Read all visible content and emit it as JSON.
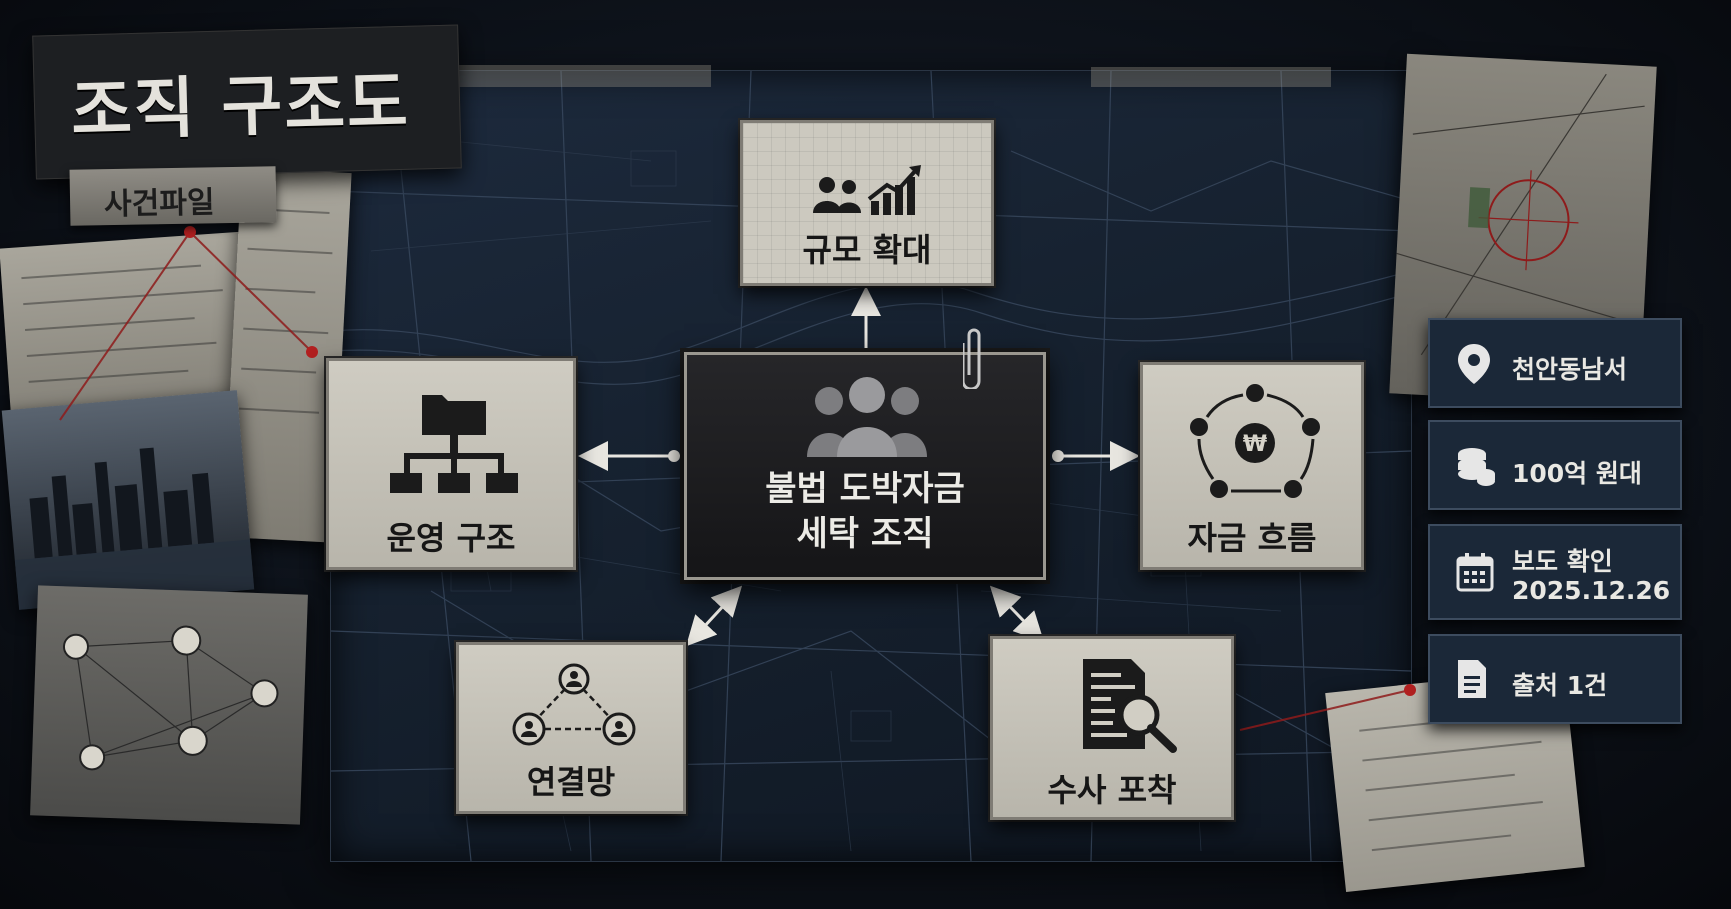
{
  "header": {
    "title": "조직 구조도",
    "tag": "사건파일"
  },
  "center": {
    "line1": "불법 도박자금",
    "line2": "세탁 조직"
  },
  "nodes": {
    "top": {
      "label": "규모 확대",
      "icon": "people-growth-icon"
    },
    "left": {
      "label": "운영 구조",
      "icon": "folder-hierarchy-icon"
    },
    "right": {
      "label": "자금 흐름",
      "icon": "won-cycle-icon"
    },
    "bottom_left": {
      "label": "연결망",
      "icon": "network-icon"
    },
    "bottom_right": {
      "label": "수사 포착",
      "icon": "document-search-icon"
    }
  },
  "info_badges": [
    {
      "icon": "location-pin-icon",
      "line1": "천안동남서"
    },
    {
      "icon": "coins-icon",
      "line1": "100억 원대"
    },
    {
      "icon": "calendar-icon",
      "line1": "보도 확인",
      "line2": "2025.12.26"
    },
    {
      "icon": "document-icon",
      "line1": "출처 1건"
    }
  ],
  "colors": {
    "card_bg": "#c8c5bb",
    "center_bg": "#1e1e21",
    "badge_bg": "#1b2838",
    "board_bg": "#18243a",
    "string_red": "#8e1b1b"
  }
}
